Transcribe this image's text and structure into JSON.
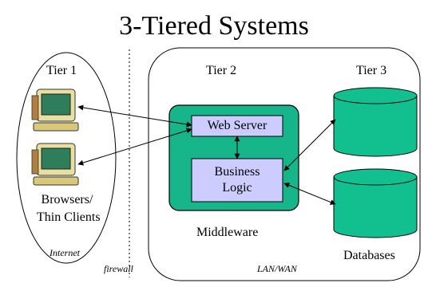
{
  "title": "3-Tiered Systems",
  "tier1": {
    "label": "Tier 1",
    "clients_label_line1": "Browsers/",
    "clients_label_line2": "Thin Clients",
    "zone_label": "Internet",
    "client_icon": "computer-icon"
  },
  "firewall_label": "firewall",
  "tier2": {
    "label": "Tier 2",
    "web_server_label": "Web Server",
    "business_logic_line1": "Business",
    "business_logic_line2": "Logic",
    "middleware_label": "Middleware",
    "zone_label": "LAN/WAN"
  },
  "tier3": {
    "label": "Tier 3",
    "databases_label": "Databases",
    "database_icon": "database-cylinder-icon"
  },
  "colors": {
    "middleware_fill": "#17b68a",
    "server_box_fill": "#ccccff",
    "database_fill": "#12c08f",
    "monitor_body": "#e8e0a0",
    "screen": "#2e7d5b"
  }
}
